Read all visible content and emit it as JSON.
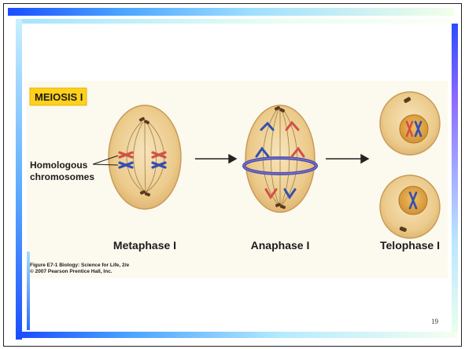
{
  "slide": {
    "number": "19"
  },
  "figure": {
    "badge": "MEIOSIS I",
    "homologous_label_line1": "Homologous",
    "homologous_label_line2": "chromosomes",
    "stage1": "Metaphase I",
    "stage2": "Anaphase I",
    "stage3": "Telophase I",
    "credit_line1": "Figure E7-1  Biology: Science for Life, 2/e",
    "credit_line2": "© 2007 Pearson Prentice Hall, Inc."
  },
  "colors": {
    "badge_bg": "#ffd11a",
    "cell_fill": "#f2d7a0",
    "chromosome_red": "#d2504a",
    "chromosome_blue": "#344fb0",
    "nucleus_fill": "#e3a640"
  }
}
